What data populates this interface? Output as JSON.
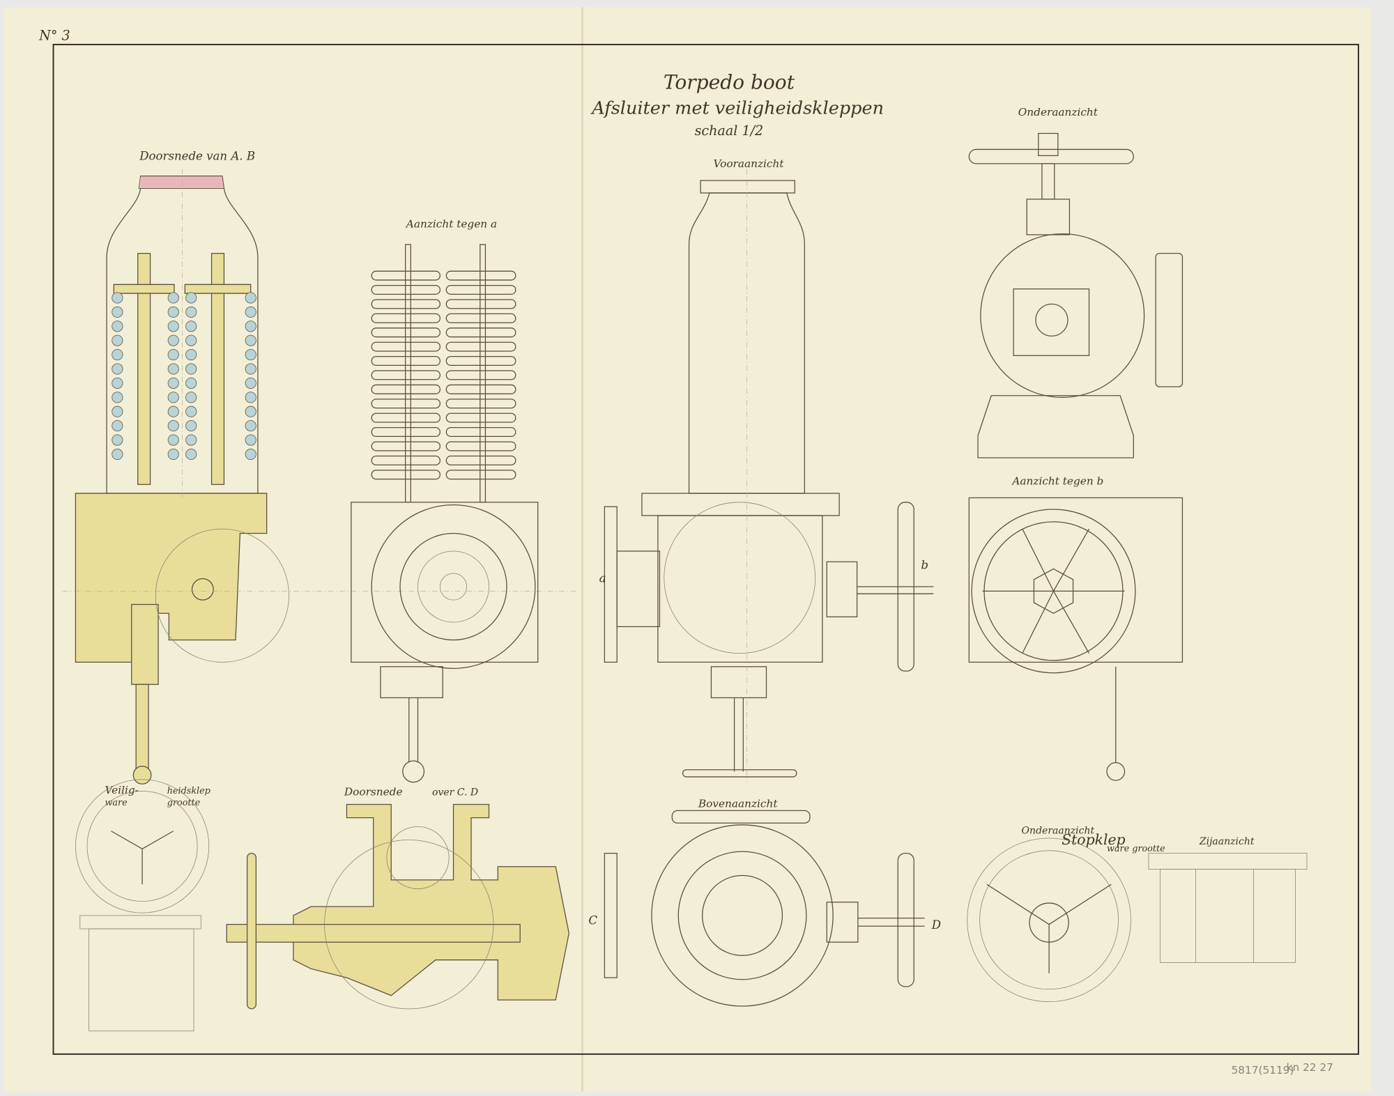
{
  "sheet_number": "N° 3",
  "title": {
    "line1": "Torpedo boot",
    "line2": "Afsluiter met veiligheidskleppen",
    "scale": "schaal 1/2"
  },
  "views": {
    "section_ab": "Doorsnede van A. B",
    "view_a": "Aanzicht tegen a",
    "front": "Vooraanzicht",
    "bottom_top_right": "Onderaanzicht",
    "view_b": "Aanzicht tegen b",
    "safety_valve_1": "Veilig-",
    "safety_valve_2": "heidsklep",
    "safety_valve_3": "ware",
    "safety_valve_4": "grootte",
    "section_cd_1": "Doorsnede",
    "section_cd_2": "over C. D",
    "top": "Bovenaanzicht",
    "stop_valve": "Stopklep",
    "stop_valve_scale": "ware grootte",
    "stop_bottom": "Onderaanzicht",
    "stop_side": "Zijaanzicht"
  },
  "markers": {
    "a": "a",
    "b": "b",
    "c": "C",
    "d": "D"
  },
  "archive_marks": {
    "inventory": "5817(5119)",
    "code": "kn 22 27"
  },
  "colors": {
    "paper": "#f3eed6",
    "ink": "#5a5040",
    "brass": "#e8de9a",
    "spring": "#b9d3d6"
  }
}
